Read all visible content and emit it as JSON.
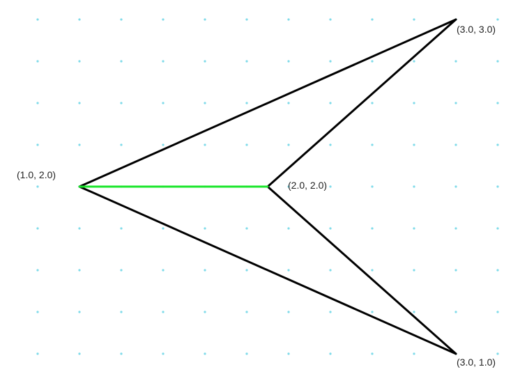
{
  "diagram": {
    "grid_color": "#7fdbe9",
    "edge_color": "#000000",
    "highlight_color": "#19e62a",
    "points": [
      {
        "id": "A",
        "x": 1.0,
        "y": 2.0,
        "label": "(1.0, 2.0)"
      },
      {
        "id": "B",
        "x": 2.0,
        "y": 2.0,
        "label": "(2.0, 2.0)"
      },
      {
        "id": "C",
        "x": 3.0,
        "y": 3.0,
        "label": "(3.0, 3.0)"
      },
      {
        "id": "D",
        "x": 3.0,
        "y": 1.0,
        "label": "(3.0, 1.0)"
      }
    ],
    "edges": [
      {
        "from": "A",
        "to": "C",
        "highlight": false
      },
      {
        "from": "C",
        "to": "B",
        "highlight": false
      },
      {
        "from": "B",
        "to": "D",
        "highlight": false
      },
      {
        "from": "D",
        "to": "A",
        "highlight": false
      },
      {
        "from": "A",
        "to": "B",
        "highlight": true
      }
    ]
  }
}
